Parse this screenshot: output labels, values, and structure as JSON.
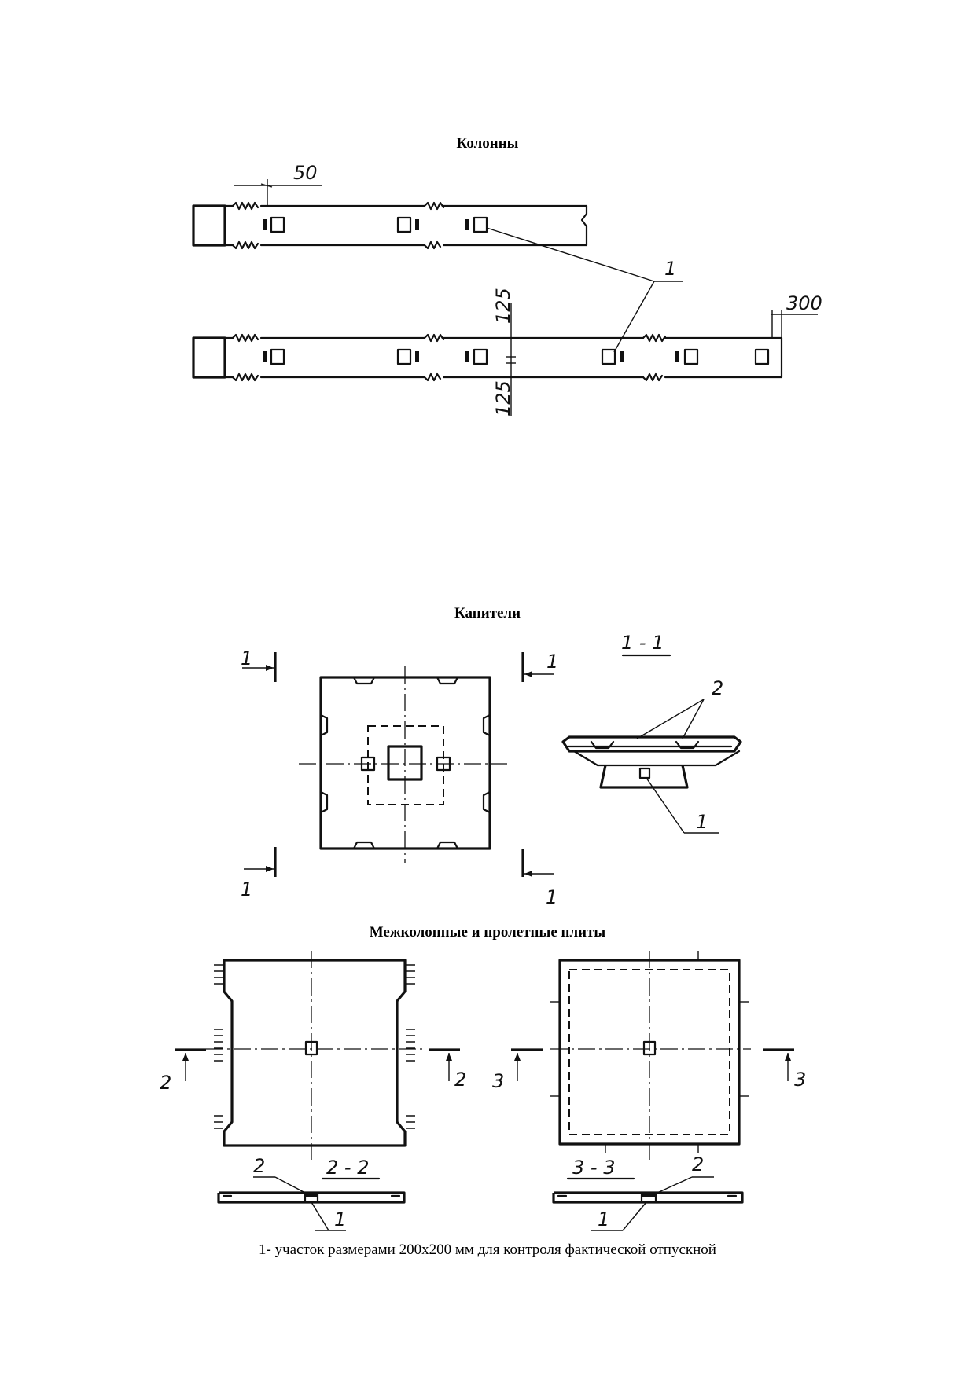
{
  "headings": {
    "columns": "Колонны",
    "capitals": "Капители",
    "slabs": "Межколонные и пролетные плиты"
  },
  "caption": "1- участок размерами 200х200 мм для контроля фактической отпускной",
  "drawing_labels": {
    "dim_50": "50",
    "dim_300": "300",
    "dim_125_top": "125",
    "dim_125_bottom": "125",
    "callout_1": "1",
    "callout_2": "2",
    "section_1_1": "1 - 1",
    "section_2_2": "2 - 2",
    "section_3_3": "3 - 3",
    "cut_1": "1",
    "cut_2": "2",
    "cut_3": "3"
  }
}
